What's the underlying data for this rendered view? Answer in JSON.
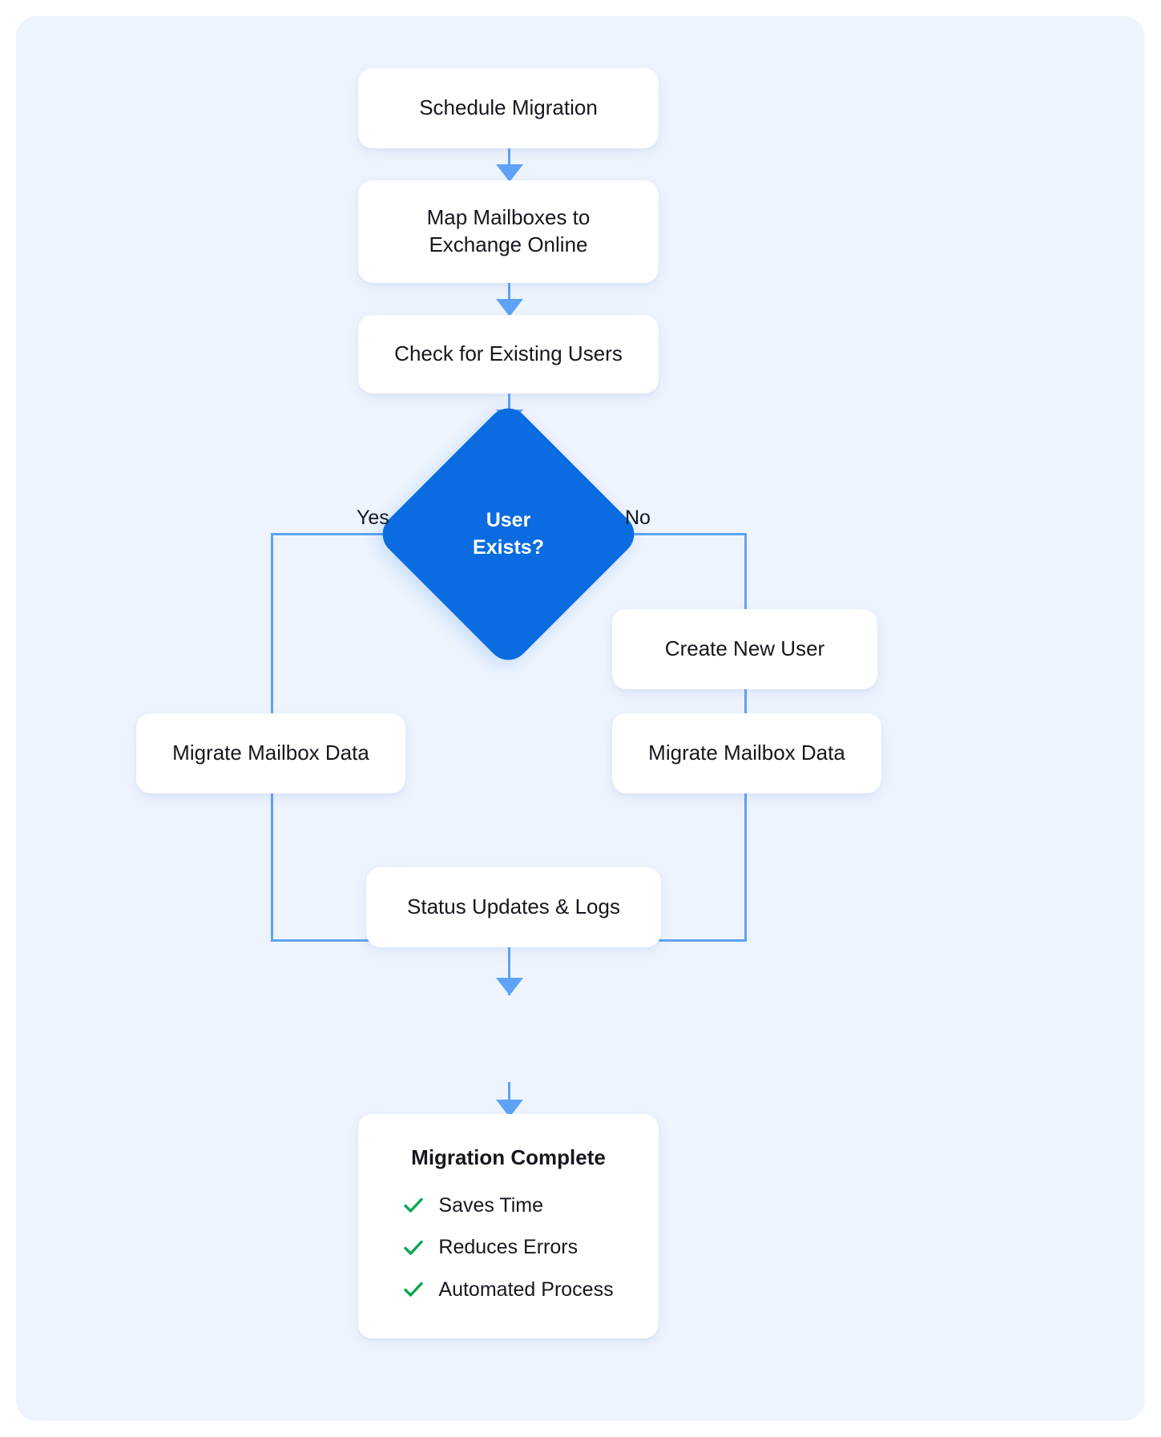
{
  "diagram": {
    "title_semantic": "exchange-migration-flowchart",
    "background_color": "#eef4fe",
    "accent_color": "#0a6ce0",
    "connector_color": "#5ea3f6",
    "check_color": "#0ca750",
    "nodes": {
      "schedule": {
        "label": "Schedule  Migration"
      },
      "map_mailboxes": {
        "label": "Map Mailboxes to\nExchange Online"
      },
      "check_users": {
        "label": "Check for Existing Users"
      },
      "decision": {
        "label": "User\nExists?"
      },
      "create_user": {
        "label": "Create New User"
      },
      "migrate_left": {
        "label": "Migrate Mailbox Data"
      },
      "migrate_right": {
        "label": "Migrate Mailbox Data"
      },
      "status_logs": {
        "label": "Status Updates & Logs"
      },
      "complete": {
        "title": "Migration Complete",
        "benefits": [
          {
            "label": "Saves Time",
            "icon": "check-icon"
          },
          {
            "label": "Reduces Errors",
            "icon": "check-icon"
          },
          {
            "label": "Automated Process",
            "icon": "check-icon"
          }
        ]
      }
    },
    "branches": {
      "yes_label": "Yes",
      "no_label": "No"
    }
  }
}
